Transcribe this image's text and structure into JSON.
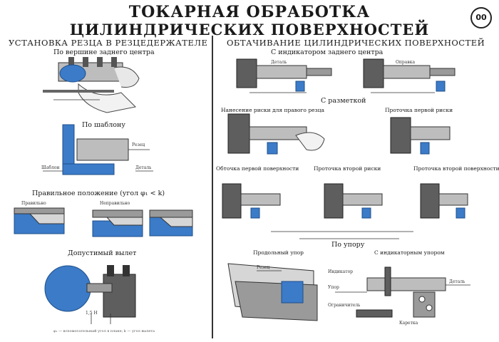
{
  "poster": {
    "title_line1": "ТОКАРНАЯ ОБРАБОТКА",
    "title_line2": "ЦИЛИНДРИЧЕСКИХ ПОВЕРХНОСТЕЙ",
    "page_number": "00"
  },
  "left": {
    "heading": "УСТАНОВКА РЕЗЦА В РЕЗЦЕДЕРЖАТЕЛЕ",
    "sub_center": "По вершине заднего центра",
    "sub_template": "По шаблону",
    "sub_allowed_angles": "Правильное положение (угол φ₁ < k)",
    "labels_row": [
      "Правильно",
      "Неправильно",
      ""
    ],
    "sub_deflection": "Допустимый вылет",
    "dim_label": "1,5 H",
    "template_labels": [
      "Резец",
      "Шаблон",
      "Деталь"
    ],
    "footnote": "φ₁ — вспомогательный угол в плане; k — угол вылета"
  },
  "right": {
    "heading": "ОБТАЧИВАНИЕ ЦИЛИНДРИЧЕСКИХ ПОВЕРХНОСТЕЙ",
    "sub_indicator": "С индикатором заднего центра",
    "sub_marking": "С разметкой",
    "sub_stop": "По упору",
    "labels_top": [
      "Деталь",
      "Оправка"
    ],
    "labels_mid": [
      "Нанесение риски для правого резца",
      "Проточка первой риски"
    ],
    "labels_lower": [
      "Обточка первой поверхности",
      "Проточка второй риски",
      "Проточка второй поверхности"
    ],
    "labels_stop": [
      "Продольный упор",
      "С индикаторным упором"
    ],
    "part_labels": [
      "Резец",
      "Индикатор",
      "Упор",
      "Деталь",
      "Ограничитель",
      "Каретка"
    ]
  },
  "colors": {
    "accent": "#3b7bc8",
    "metal": "#9a9a9a",
    "dark_metal": "#5e5e5e",
    "light_metal": "#d6d6d6",
    "ink": "#1a1a1a"
  }
}
